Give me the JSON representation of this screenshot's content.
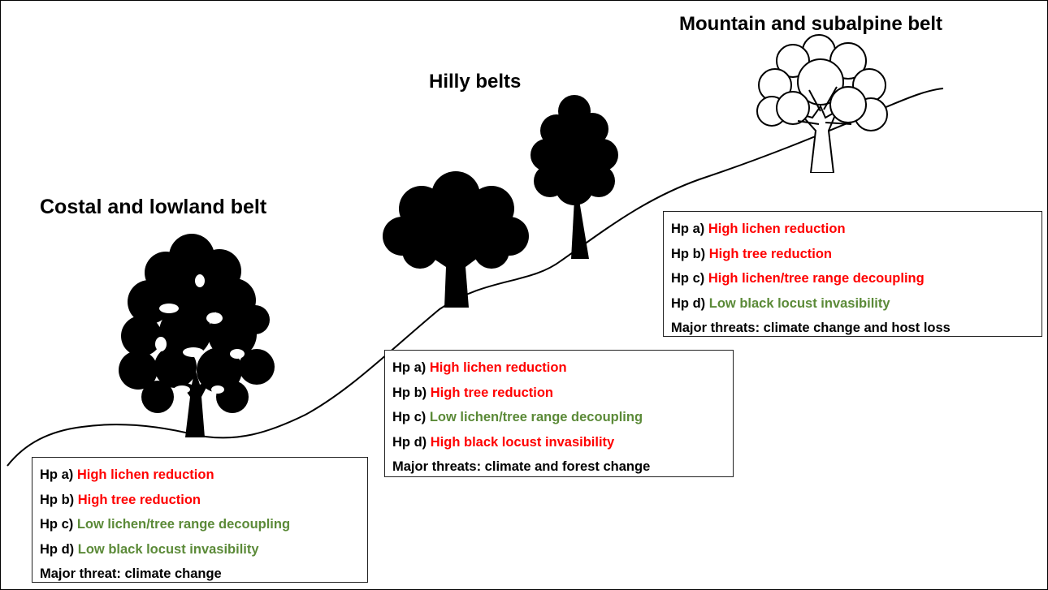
{
  "colors": {
    "high": "#ff0000",
    "low": "#5b8a38",
    "threat": "#000000",
    "line": "#000000"
  },
  "belts": {
    "coastal": {
      "title": "Costal and lowland  belt",
      "tree_icon": "broadleaf-tree-silhouette",
      "hypotheses": [
        {
          "label": "Hp a)",
          "text": "High lichen reduction",
          "level": "high"
        },
        {
          "label": "Hp b)",
          "text": "High tree reduction",
          "level": "high"
        },
        {
          "label": "Hp c)",
          "text": "Low lichen/tree range decoupling",
          "level": "low"
        },
        {
          "label": "Hp d)",
          "text": "Low black locust invasibility",
          "level": "low"
        }
      ],
      "threat": "Major threat: climate change"
    },
    "hilly": {
      "title": "Hilly belts",
      "tree_icon": "rounded-tree-silhouettes",
      "hypotheses": [
        {
          "label": "Hp a)",
          "text": "High lichen reduction",
          "level": "high"
        },
        {
          "label": "Hp b)",
          "text": "High tree reduction",
          "level": "high"
        },
        {
          "label": "Hp c)",
          "text": "Low lichen/tree range decoupling",
          "level": "low"
        },
        {
          "label": "Hp d)",
          "text": "High black locust invasibility",
          "level": "high"
        }
      ],
      "threat": "Major threats: climate and forest change"
    },
    "mountain": {
      "title": "Mountain and subalpine belt",
      "tree_icon": "outline-tree",
      "hypotheses": [
        {
          "label": "Hp a)",
          "text": "High lichen reduction",
          "level": "high"
        },
        {
          "label": "Hp b)",
          "text": "High tree reduction",
          "level": "high"
        },
        {
          "label": "Hp c)",
          "text": "High lichen/tree range decoupling",
          "level": "high"
        },
        {
          "label": "Hp d)",
          "text": "Low black locust invasibility",
          "level": "low"
        }
      ],
      "threat": "Major threats: climate change and host loss"
    }
  }
}
